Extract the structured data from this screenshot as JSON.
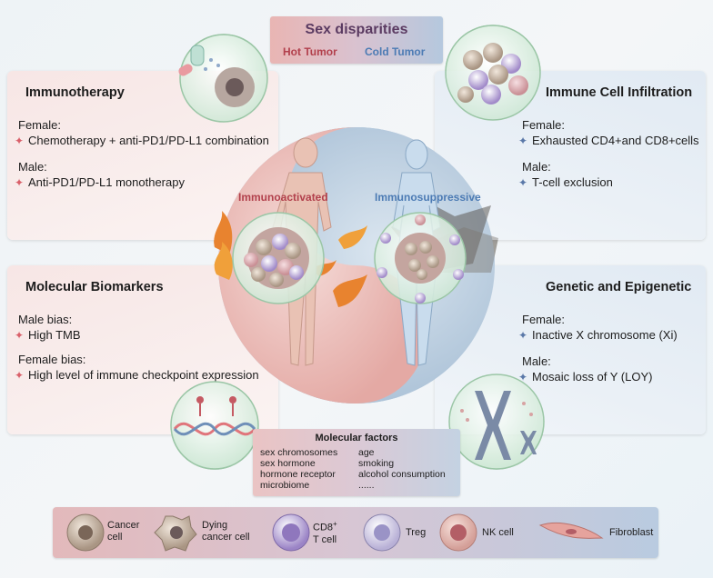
{
  "title": "Sex disparities",
  "hot_label": "Hot Tumor",
  "cold_label": "Cold Tumor",
  "center": {
    "left_label": "Immunoactivated",
    "right_label": "Immunosuppressive"
  },
  "panels": {
    "immunotherapy": {
      "title": "Immunotherapy",
      "female_label": "Female:",
      "female_item": "Chemotherapy + anti-PD1/PD-L1 combination",
      "male_label": "Male:",
      "male_item": "Anti-PD1/PD-L1 monotherapy"
    },
    "immune_infiltration": {
      "title": "Immune Cell Infiltration",
      "female_label": "Female:",
      "female_item": "Exhausted CD4+and CD8+cells",
      "male_label": "Male:",
      "male_item": "T-cell exclusion"
    },
    "biomarkers": {
      "title": "Molecular Biomarkers",
      "male_label": "Male bias:",
      "male_item": "High TMB",
      "female_label": "Female bias:",
      "female_item": "High level of immune checkpoint expression"
    },
    "genetic": {
      "title": "Genetic and Epigenetic",
      "female_label": "Female:",
      "female_item": "Inactive X chromosome (Xi)",
      "male_label": "Male:",
      "male_item": "Mosaic loss of Y (LOY)"
    }
  },
  "molecular_factors": {
    "title": "Molecular factors",
    "col1": [
      "sex chromosomes",
      "sex hormone",
      "hormone receptor",
      "microbiome"
    ],
    "col2": [
      "age",
      "smoking",
      "alcohol consumption",
      "......"
    ]
  },
  "legend": {
    "cancer_cell": [
      "Cancer",
      "cell"
    ],
    "dying_cancer_cell": [
      "Dying",
      "cancer cell"
    ],
    "cd8_t_cell": [
      "CD8",
      "+",
      "T cell"
    ],
    "treg": "Treg",
    "nk_cell": "NK cell",
    "fibroblast": "Fibroblast"
  },
  "colors": {
    "hot": "#b2404c",
    "cold": "#4c7bb4",
    "title": "#5b3b62",
    "red_star": "#d9606a",
    "blue_star": "#5a78a8"
  }
}
